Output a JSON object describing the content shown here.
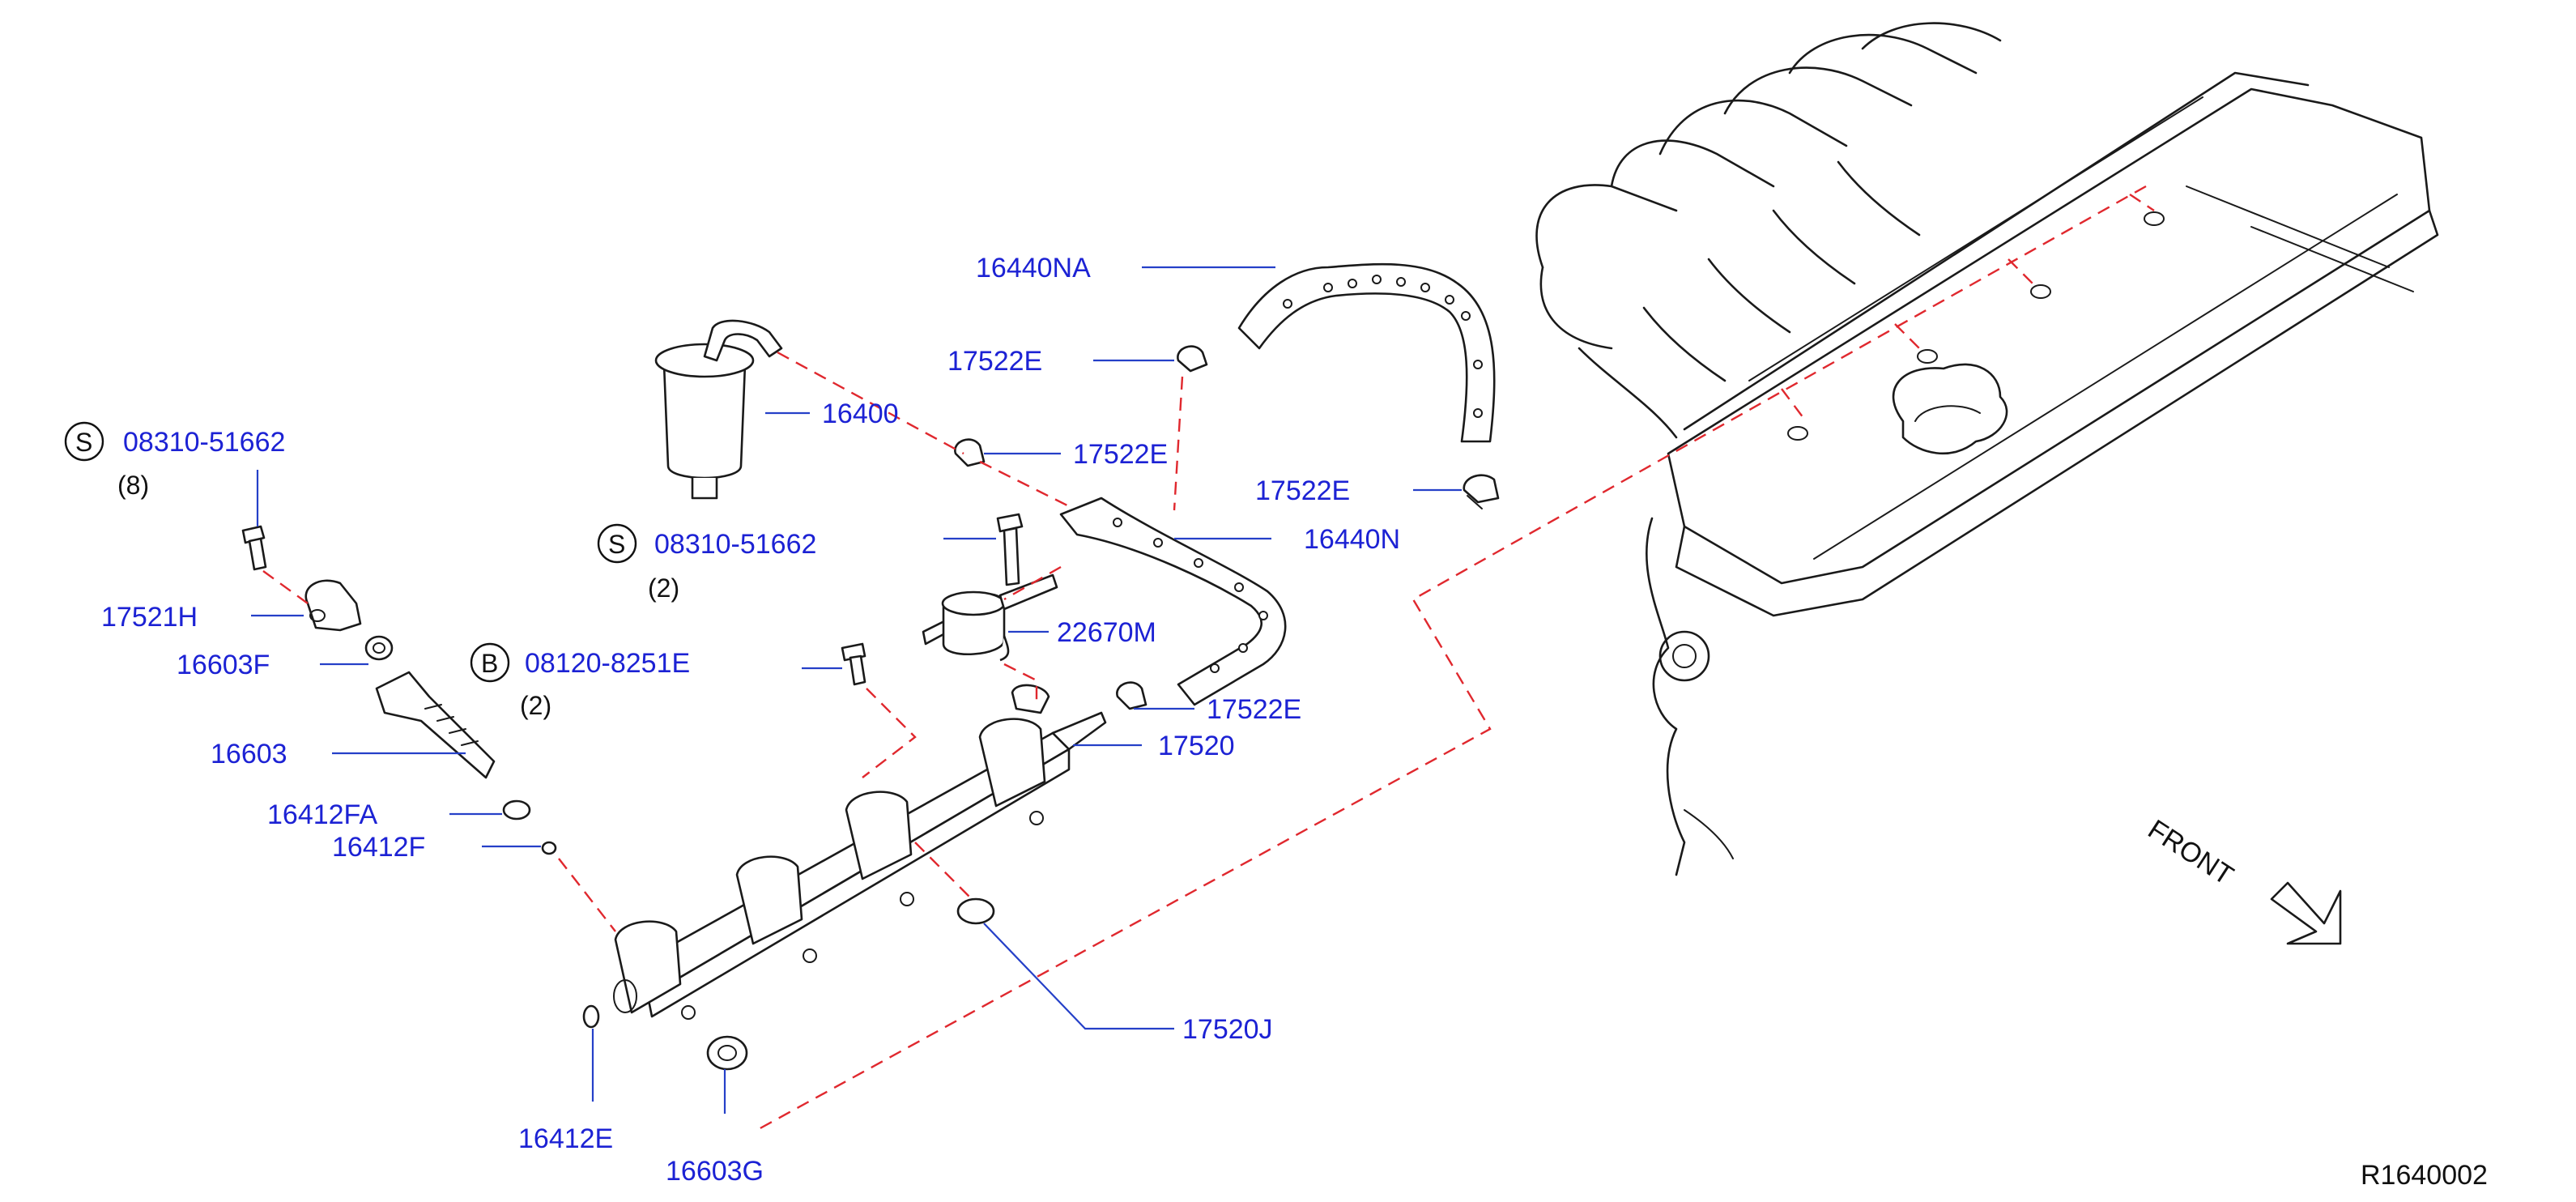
{
  "parts": {
    "hose_upper": "16440NA",
    "clamp_top": "17522E",
    "filter": "16400",
    "clamp_mid": "17522E",
    "clamp_right": "17522E",
    "hose_lower": "16440N",
    "regulator": "22670M",
    "clamp_low": "17522E",
    "fuel_tube": "17520",
    "bolt_left": "08310-51662",
    "bolt_left_qty": "(8)",
    "bolt_left_sym": "S",
    "bolt_center": "08310-51662",
    "bolt_center_qty": "(2)",
    "bolt_center_sym": "S",
    "bolt_b": "08120-8251E",
    "bolt_b_qty": "(2)",
    "bolt_b_sym": "B",
    "bracket": "17521H",
    "insulator": "16603F",
    "injector": "16603",
    "oring_fa": "16412FA",
    "oring_f": "16412F",
    "insulator_j": "17520J",
    "oring_e": "16412E",
    "insulator_g": "16603G"
  },
  "front_label": "FRONT",
  "diagram_ref": "R1640002"
}
